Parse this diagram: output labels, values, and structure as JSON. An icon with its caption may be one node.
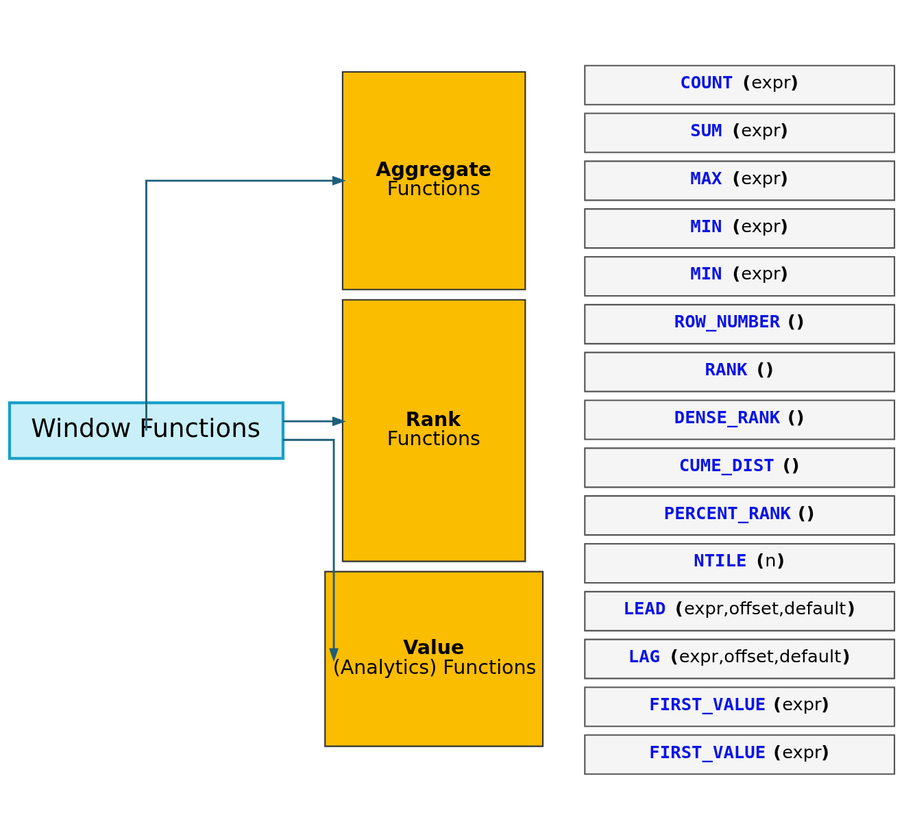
{
  "diagram": {
    "nodes": [
      {
        "text": [
          "Window Functions"
        ]
      },
      {
        "text": [
          "Aggregate",
          "Functions"
        ]
      },
      {
        "text": [
          "COUNT (expr)"
        ]
      },
      {
        "text": [
          "SUM (expr)"
        ]
      },
      {
        "text": [
          "MAX (expr)"
        ]
      },
      {
        "text": [
          "MIN (expr)"
        ]
      },
      {
        "text": [
          "MIN (expr)"
        ]
      },
      {
        "text": [
          "Rank",
          "Functions"
        ]
      },
      {
        "text": [
          "ROW_NUMBER ()"
        ]
      },
      {
        "text": [
          "RANK ()"
        ]
      },
      {
        "text": [
          "DENSE_RANK ()"
        ]
      },
      {
        "text": [
          "CUME_DIST ()"
        ]
      },
      {
        "text": [
          "PERCENT_RANK ()"
        ]
      },
      {
        "text": [
          "NTILE (n)"
        ]
      },
      {
        "text": [
          "Value",
          "(Analytics) Functions"
        ]
      },
      {
        "text": [
          "LEAD (expr,offset,default)"
        ]
      },
      {
        "text": [
          "LAG (expr,offset,default)"
        ]
      },
      {
        "text": [
          "FIRST_VALUE (expr)"
        ]
      },
      {
        "text": [
          "FIRST_VALUE (expr)"
        ]
      }
    ],
    "edges": [
      {
        "from": 0,
        "to": 1,
        "arrow": "to"
      },
      {
        "from": 0,
        "to": 7,
        "arrow": "to"
      },
      {
        "from": 0,
        "to": 14,
        "arrow": "to"
      }
    ]
  }
}
